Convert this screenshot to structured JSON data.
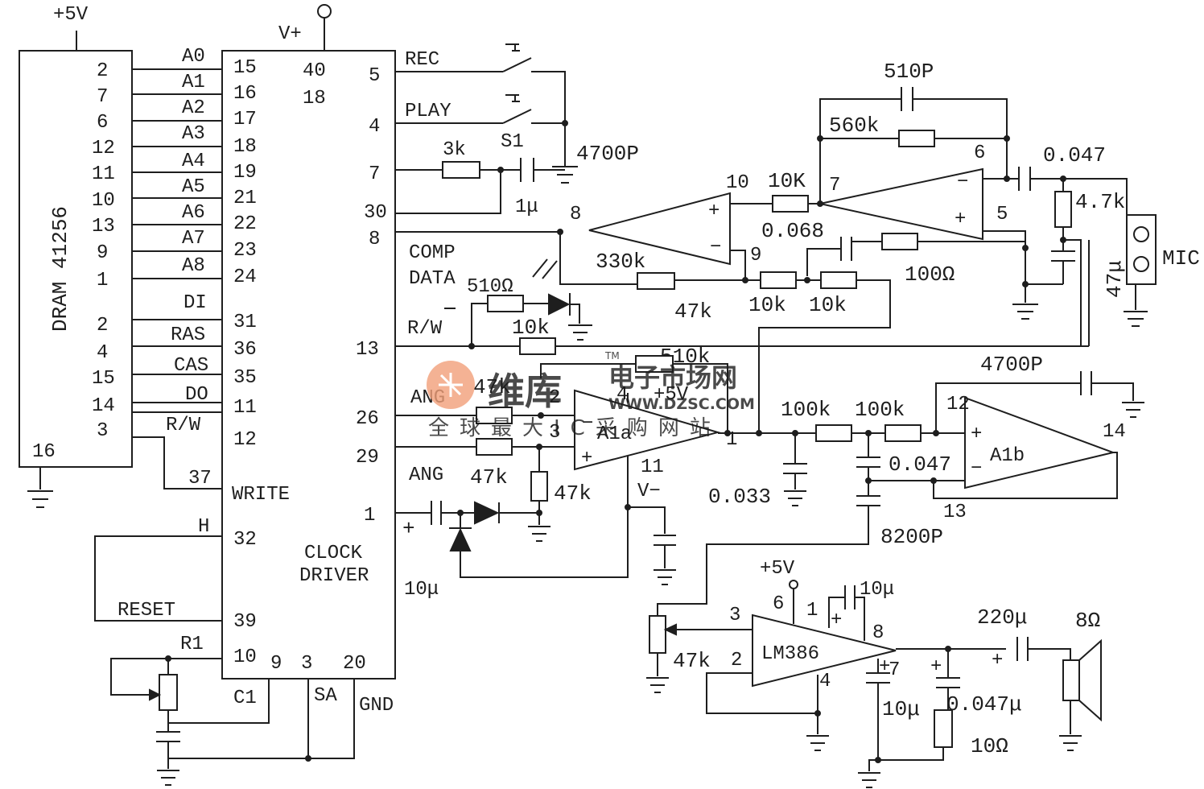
{
  "supply": {
    "vcc_left": "+5V",
    "vplus": "V+"
  },
  "dram": {
    "name": "DRAM 41256",
    "pins": [
      "2",
      "7",
      "6",
      "12",
      "11",
      "10",
      "13",
      "9",
      "1",
      "2",
      "4",
      "15",
      "14",
      "3"
    ],
    "gnd_pin": "16"
  },
  "controller": {
    "addr_labels": [
      "A0",
      "A1",
      "A2",
      "A3",
      "A4",
      "A5",
      "A6",
      "A7",
      "A8"
    ],
    "ctrl_labels": [
      "DI",
      "RAS",
      "CAS",
      "DO",
      "R/W"
    ],
    "left_pins": [
      "15",
      "16",
      "17",
      "18",
      "19",
      "21",
      "22",
      "23",
      "24",
      "31",
      "36",
      "35",
      "11",
      "12",
      "37",
      "32",
      "39",
      "10"
    ],
    "top_pins": [
      "40",
      "18"
    ],
    "right_pins": [
      "5",
      "4",
      "7",
      "30",
      "8",
      "13",
      "26",
      "29",
      "1"
    ],
    "bottom_pins": [
      "9",
      "3",
      "20"
    ],
    "write_label": "WRITE",
    "h_label": "H",
    "reset_label": "RESET",
    "clock_label": "CLOCK",
    "driver_label": "DRIVER",
    "r1_label": "R1",
    "c1_label": "C1",
    "sa_label": "SA",
    "gnd_label": "GND"
  },
  "switches": {
    "rec": "REC",
    "play": "PLAY",
    "s1": "S1"
  },
  "signals": {
    "comp": "COMP",
    "data": "DATA",
    "rw": "R/W",
    "ang1": "ANG",
    "ang2": "ANG",
    "plus_sign": "+"
  },
  "components": {
    "r3k": "3k",
    "c4700": "4700P",
    "c1u": "1μ",
    "c510p": "510P",
    "r560k": "560k",
    "r10K": "10K",
    "c0068": "0.068",
    "r100ohm": "100Ω",
    "r330k": "330k",
    "r47k_a": "47k",
    "r10k_a": "10k",
    "r10k_b": "10k",
    "r510ohm": "510Ω",
    "r10k_c": "10k",
    "r510k": "510k",
    "r47k_b": "47k",
    "r47k_c": "47k",
    "r47k_d": "47k",
    "c10u_a": "10μ",
    "c0047_mic": "0.047",
    "r47k_mic": "4.7k",
    "c47u_mic": "47μ",
    "mic": "MIC",
    "c4700_b": "4700P",
    "r100k_a": "100k",
    "r100k_b": "100k",
    "c0033": "0.033",
    "c0047_b": "0.047",
    "c8200": "8200P",
    "vminus": "V−",
    "vcc_amp": "+5V",
    "r47k_pot": "47k",
    "c10u_b": "10μ",
    "c10u_c": "10μ",
    "c220u": "220μ",
    "spk": "8Ω",
    "c0047u": "0.047μ",
    "r10ohm": "10Ω"
  },
  "opamps": {
    "op6": {
      "pins": [
        "6",
        "7",
        "5"
      ]
    },
    "op8": {
      "pins": [
        "10",
        "8",
        "9"
      ]
    },
    "a1a": {
      "name": "A1a",
      "pins": [
        "2",
        "3",
        "1",
        "4",
        "11"
      ],
      "vcc": "+5V"
    },
    "a1b": {
      "name": "A1b",
      "pins": [
        "12",
        "14",
        "13"
      ]
    },
    "lm386": {
      "name": "LM386",
      "pins": [
        "3",
        "2",
        "6",
        "1",
        "8",
        "4",
        "7"
      ]
    }
  },
  "watermark": {
    "logo_cn": "维库",
    "site_cn": "电子市场网",
    "url": "WWW.DZSC.COM",
    "slogan": "全球最大IC采购网站",
    "tm": "TM"
  }
}
